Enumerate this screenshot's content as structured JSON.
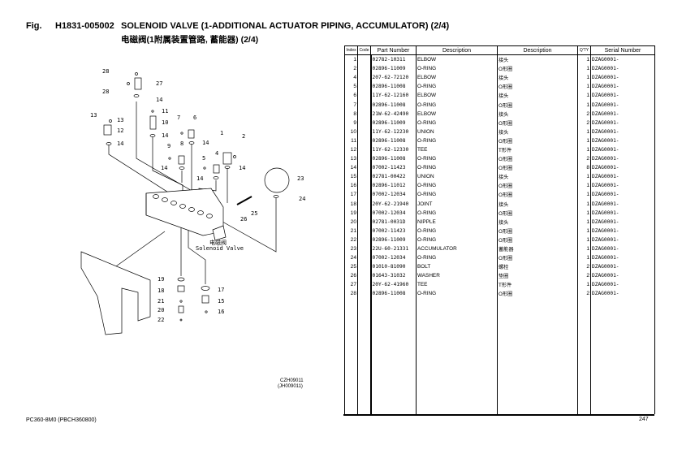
{
  "header": {
    "fig_label": "Fig.",
    "fig_number": "H1831-005002",
    "title": "SOLENOID VALVE (1-ADDITIONAL ACTUATOR PIPING, ACCUMULATOR) (2/4)",
    "title_cn": "电磁阀(1附属装置管路, 蓄能器) (2/4)"
  },
  "table": {
    "headers": [
      "Index",
      "Code",
      "Part Number",
      "Description",
      "Description",
      "Q'TY",
      "Serial Number"
    ],
    "rows": [
      {
        "index": "1",
        "code": "",
        "part": "02782-10311",
        "desc": "ELBOW",
        "desc_cn": "接头",
        "qty": "1",
        "serial": "DZAG0001-"
      },
      {
        "index": "2",
        "code": "",
        "part": "02896-11009",
        "desc": "O-RING",
        "desc_cn": "O形圈",
        "qty": "1",
        "serial": "DZAG0001-"
      },
      {
        "index": "4",
        "code": "",
        "part": "207-62-72120",
        "desc": "ELBOW",
        "desc_cn": "接头",
        "qty": "1",
        "serial": "DZAG0001-"
      },
      {
        "index": "5",
        "code": "",
        "part": "02896-11008",
        "desc": "O-RING",
        "desc_cn": "O形圈",
        "qty": "1",
        "serial": "DZAG0001-"
      },
      {
        "index": "6",
        "code": "",
        "part": "11Y-62-12160",
        "desc": "ELBOW",
        "desc_cn": "接头",
        "qty": "1",
        "serial": "DZAG0001-"
      },
      {
        "index": "7",
        "code": "",
        "part": "02896-11008",
        "desc": "O-RING",
        "desc_cn": "O形圈",
        "qty": "1",
        "serial": "DZAG0001-"
      },
      {
        "index": "8",
        "code": "",
        "part": "21W-62-42490",
        "desc": "ELBOW",
        "desc_cn": "接头",
        "qty": "2",
        "serial": "DZAG0001-"
      },
      {
        "index": "9",
        "code": "",
        "part": "02896-11009",
        "desc": "O-RING",
        "desc_cn": "O形圈",
        "qty": "2",
        "serial": "DZAG0001-"
      },
      {
        "index": "10",
        "code": "",
        "part": "11Y-62-12230",
        "desc": "UNION",
        "desc_cn": "接头",
        "qty": "1",
        "serial": "DZAG0001-"
      },
      {
        "index": "11",
        "code": "",
        "part": "02896-11008",
        "desc": "O-RING",
        "desc_cn": "O形圈",
        "qty": "1",
        "serial": "DZAG0001-"
      },
      {
        "index": "12",
        "code": "",
        "part": "11Y-62-12330",
        "desc": "TEE",
        "desc_cn": "T形件",
        "qty": "1",
        "serial": "DZAG0001-"
      },
      {
        "index": "13",
        "code": "",
        "part": "02896-11008",
        "desc": "O-RING",
        "desc_cn": "O形圈",
        "qty": "2",
        "serial": "DZAG0001-"
      },
      {
        "index": "14",
        "code": "",
        "part": "07002-11423",
        "desc": "O-RING",
        "desc_cn": "O形圈",
        "qty": "8",
        "serial": "DZAG0001-"
      },
      {
        "index": "15",
        "code": "",
        "part": "02781-00422",
        "desc": "UNION",
        "desc_cn": "接头",
        "qty": "1",
        "serial": "DZAG0001-"
      },
      {
        "index": "16",
        "code": "",
        "part": "02896-11012",
        "desc": "O-RING",
        "desc_cn": "O形圈",
        "qty": "1",
        "serial": "DZAG0001-"
      },
      {
        "index": "17",
        "code": "",
        "part": "07002-12034",
        "desc": "O-RING",
        "desc_cn": "O形圈",
        "qty": "1",
        "serial": "DZAG0001-"
      },
      {
        "index": "18",
        "code": "",
        "part": "20Y-62-21940",
        "desc": "JOINT",
        "desc_cn": "接头",
        "qty": "1",
        "serial": "DZAG0001-"
      },
      {
        "index": "19",
        "code": "",
        "part": "07002-12034",
        "desc": "O-RING",
        "desc_cn": "O形圈",
        "qty": "1",
        "serial": "DZAG0001-"
      },
      {
        "index": "20",
        "code": "",
        "part": "02781-0031D",
        "desc": "NIPPLE",
        "desc_cn": "接头",
        "qty": "1",
        "serial": "DZAG0001-"
      },
      {
        "index": "21",
        "code": "",
        "part": "07002-11423",
        "desc": "O-RING",
        "desc_cn": "O形圈",
        "qty": "1",
        "serial": "DZAG0001-"
      },
      {
        "index": "22",
        "code": "",
        "part": "02896-11009",
        "desc": "O-RING",
        "desc_cn": "O形圈",
        "qty": "1",
        "serial": "DZAG0001-"
      },
      {
        "index": "23",
        "code": "",
        "part": "22U-60-21331",
        "desc": "ACCUMULATOR",
        "desc_cn": "蓄能器",
        "qty": "1",
        "serial": "DZAG0001-"
      },
      {
        "index": "24",
        "code": "",
        "part": "07002-12034",
        "desc": "O-RING",
        "desc_cn": "O形圈",
        "qty": "1",
        "serial": "DZAG0001-"
      },
      {
        "index": "25",
        "code": "",
        "part": "01010-81090",
        "desc": "BOLT",
        "desc_cn": "螺栓",
        "qty": "2",
        "serial": "DZAG0001-"
      },
      {
        "index": "26",
        "code": "",
        "part": "01643-31032",
        "desc": "WASHER",
        "desc_cn": "垫圈",
        "qty": "2",
        "serial": "DZAG0001-"
      },
      {
        "index": "27",
        "code": "",
        "part": "20Y-62-41960",
        "desc": "TEE",
        "desc_cn": "T形件",
        "qty": "1",
        "serial": "DZAG0001-"
      },
      {
        "index": "28",
        "code": "",
        "part": "02896-11008",
        "desc": "O-RING",
        "desc_cn": "O形圈",
        "qty": "2",
        "serial": "DZAG0001-"
      }
    ]
  },
  "diagram": {
    "callouts": [
      "28",
      "27",
      "28",
      "14",
      "13",
      "13",
      "12",
      "14",
      "11",
      "10",
      "14",
      "7",
      "6",
      "14",
      "9",
      "8",
      "1",
      "2",
      "5",
      "4",
      "14",
      "14",
      "14",
      "23",
      "24",
      "25",
      "26",
      "19",
      "18",
      "21",
      "20",
      "22",
      "17",
      "15",
      "16"
    ],
    "valve_label_cn": "电磁阀",
    "valve_label": "Solenoid Valve",
    "drawing_code": "CZH09011",
    "drawing_code_alt": "(JH009011)"
  },
  "footer": {
    "model": "PC360-8M0  (PBCH360800)",
    "page": "247"
  }
}
